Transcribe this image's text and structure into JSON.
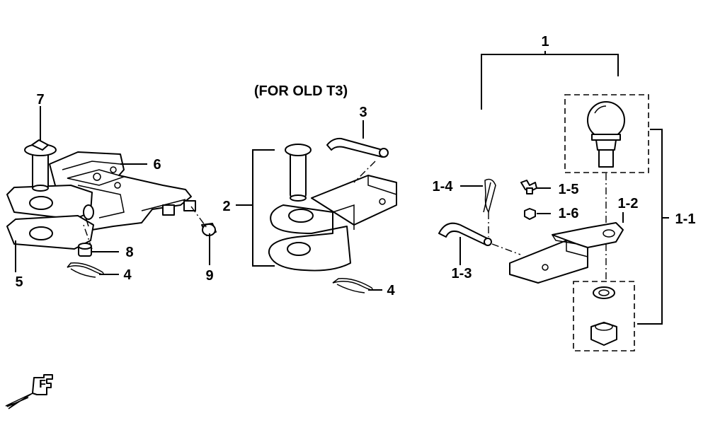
{
  "heading": "(FOR OLD T3)",
  "callouts": {
    "p1": "1",
    "p1_1": "1-1",
    "p1_2": "1-2",
    "p1_3": "1-3",
    "p1_4": "1-4",
    "p1_5": "1-5",
    "p1_6": "1-6",
    "p2": "2",
    "p3": "3",
    "p4a": "4",
    "p4b": "4",
    "p5": "5",
    "p6": "6",
    "p7": "7",
    "p8": "8",
    "p9": "9"
  },
  "front_mark": "F",
  "icons": {
    "front_direction": "front-arrow-icon"
  }
}
